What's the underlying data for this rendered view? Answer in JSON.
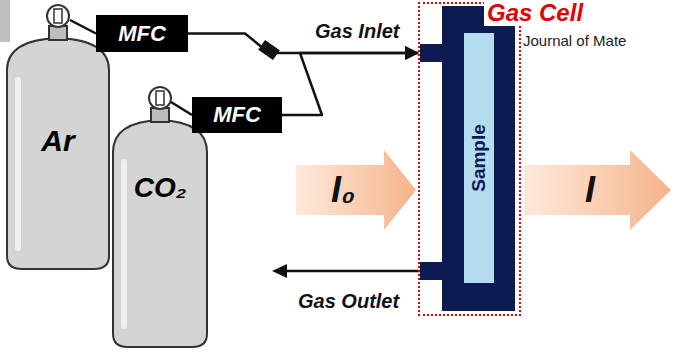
{
  "diagram": {
    "nodes": [
      {
        "text": [
          "Ar"
        ]
      },
      {
        "text": [
          "CO₂"
        ]
      },
      {
        "text": [
          "MFC"
        ]
      },
      {
        "text": [
          "MFC"
        ]
      },
      {
        "text": [
          "Gas Cell"
        ]
      },
      {
        "text": [
          "Sample"
        ],
        "in": 4
      }
    ],
    "edges": [
      {
        "from": 0,
        "to": 2,
        "arrow": "none"
      },
      {
        "from": 1,
        "to": 3,
        "arrow": "none"
      },
      {
        "from": 2,
        "to": 4,
        "arrow": "to"
      },
      {
        "from": 3,
        "to": 4,
        "arrow": "to"
      }
    ],
    "labels": [
      "Gas Inlet",
      "I₀",
      "I",
      "Gas Outlet",
      "Journal of Mate"
    ]
  }
}
